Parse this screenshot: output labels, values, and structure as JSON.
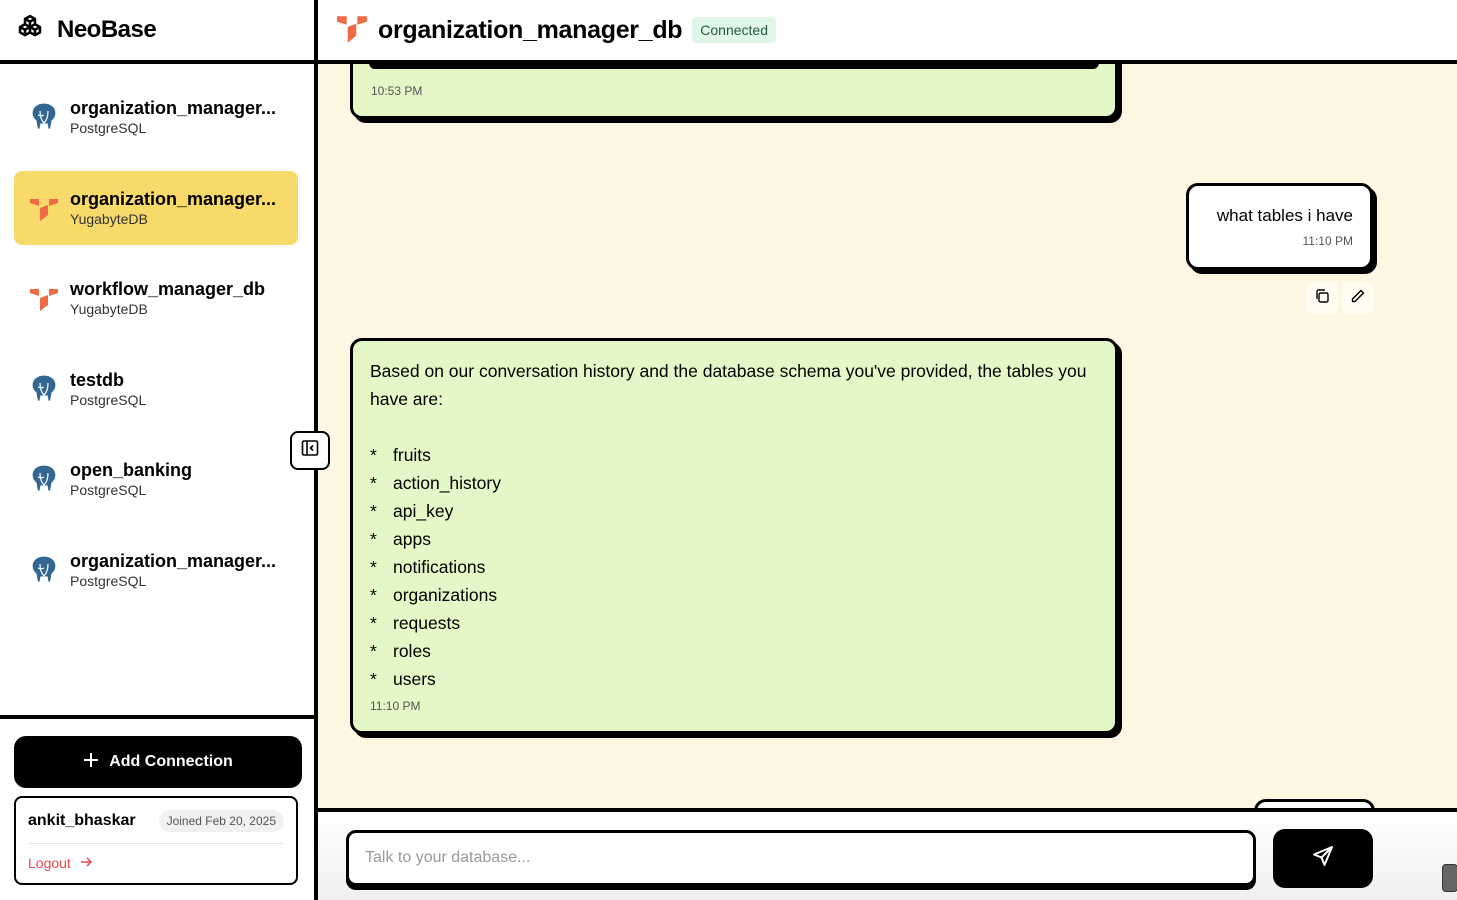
{
  "app": {
    "name": "NeoBase",
    "logo_icon": "cubes-icon"
  },
  "sidebar": {
    "connections": [
      {
        "name": "organization_manager...",
        "type": "PostgreSQL",
        "icon": "postgresql-icon",
        "active": false
      },
      {
        "name": "organization_manager...",
        "type": "YugabyteDB",
        "icon": "yugabyte-icon",
        "active": true
      },
      {
        "name": "workflow_manager_db",
        "type": "YugabyteDB",
        "icon": "yugabyte-icon",
        "active": false
      },
      {
        "name": "testdb",
        "type": "PostgreSQL",
        "icon": "postgresql-icon",
        "active": false
      },
      {
        "name": "open_banking",
        "type": "PostgreSQL",
        "icon": "postgresql-icon",
        "active": false
      },
      {
        "name": "organization_manager...",
        "type": "PostgreSQL",
        "icon": "postgresql-icon",
        "active": false
      }
    ],
    "add_connection_label": "Add Connection",
    "user": {
      "username": "ankit_bhaskar",
      "joined": "Joined Feb 20, 2025",
      "logout_label": "Logout"
    }
  },
  "header": {
    "title": "organization_manager_db",
    "status": "Connected",
    "db_icon": "yugabyte-icon"
  },
  "chat": {
    "messages": [
      {
        "role": "assistant",
        "time": "10:53 PM"
      },
      {
        "role": "user",
        "text": "what tables i have",
        "time": "11:10 PM"
      },
      {
        "role": "assistant",
        "intro": "Based on our conversation history and the database schema you've provided, the tables you have are:",
        "bullet": "*",
        "tables": [
          "fruits",
          "action_history",
          "api_key",
          "apps",
          "notifications",
          "organizations",
          "requests",
          "roles",
          "users"
        ],
        "time": "11:10 PM"
      }
    ]
  },
  "input": {
    "placeholder": "Talk to your database..."
  },
  "colors": {
    "active_connection": "#f8da6b",
    "assistant_bubble": "#e3f8c6",
    "chat_background": "#fdf6e3",
    "status_badge_bg": "#dff6e8",
    "logout": "#e24b4b",
    "yugabyte_orange": "#f06a45",
    "postgres_blue": "#336791"
  }
}
